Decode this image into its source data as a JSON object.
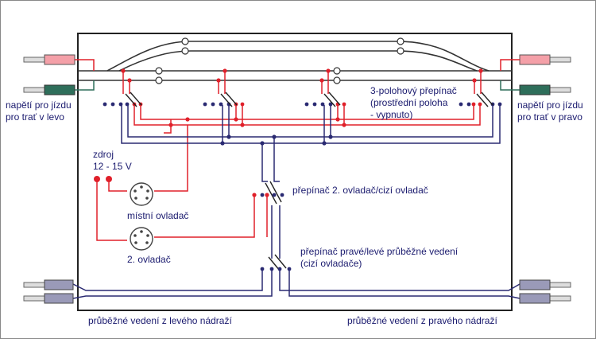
{
  "labels": {
    "left_power_line1": "napětí pro jízdu",
    "left_power_line2": "pro trať v levo",
    "right_power_line1": "napětí pro jízdu",
    "right_power_line2": "pro trať v pravo",
    "switch3_line1": "3-polohový přepínač",
    "switch3_line2": "(prostřední poloha",
    "switch3_line3": "- vypnuto)",
    "source_line1": "zdroj",
    "source_line2": "12 - 15 V",
    "local_controller": "místní ovladač",
    "second_controller": "2. ovladač",
    "controller_switch": "přepínač 2. ovladač/cizí ovladač",
    "through_switch_line1": "přepínač pravé/levé průběžné vedení",
    "through_switch_line2": "(cizí ovladače)",
    "through_left": "průběžné vedení z levého nádraží",
    "through_right": "průběžné vedení z pravého nádraží"
  },
  "colors": {
    "red_wire": "#e0202a",
    "blue_wire": "#2a2a72",
    "track": "#333333",
    "pink_connector": "#f4a0a8",
    "green_connector": "#2e6e5a",
    "gray_connector": "#9a9ab8"
  },
  "icons": [
    "terminal-dot",
    "din-socket",
    "connector-plug",
    "switch-lever"
  ]
}
